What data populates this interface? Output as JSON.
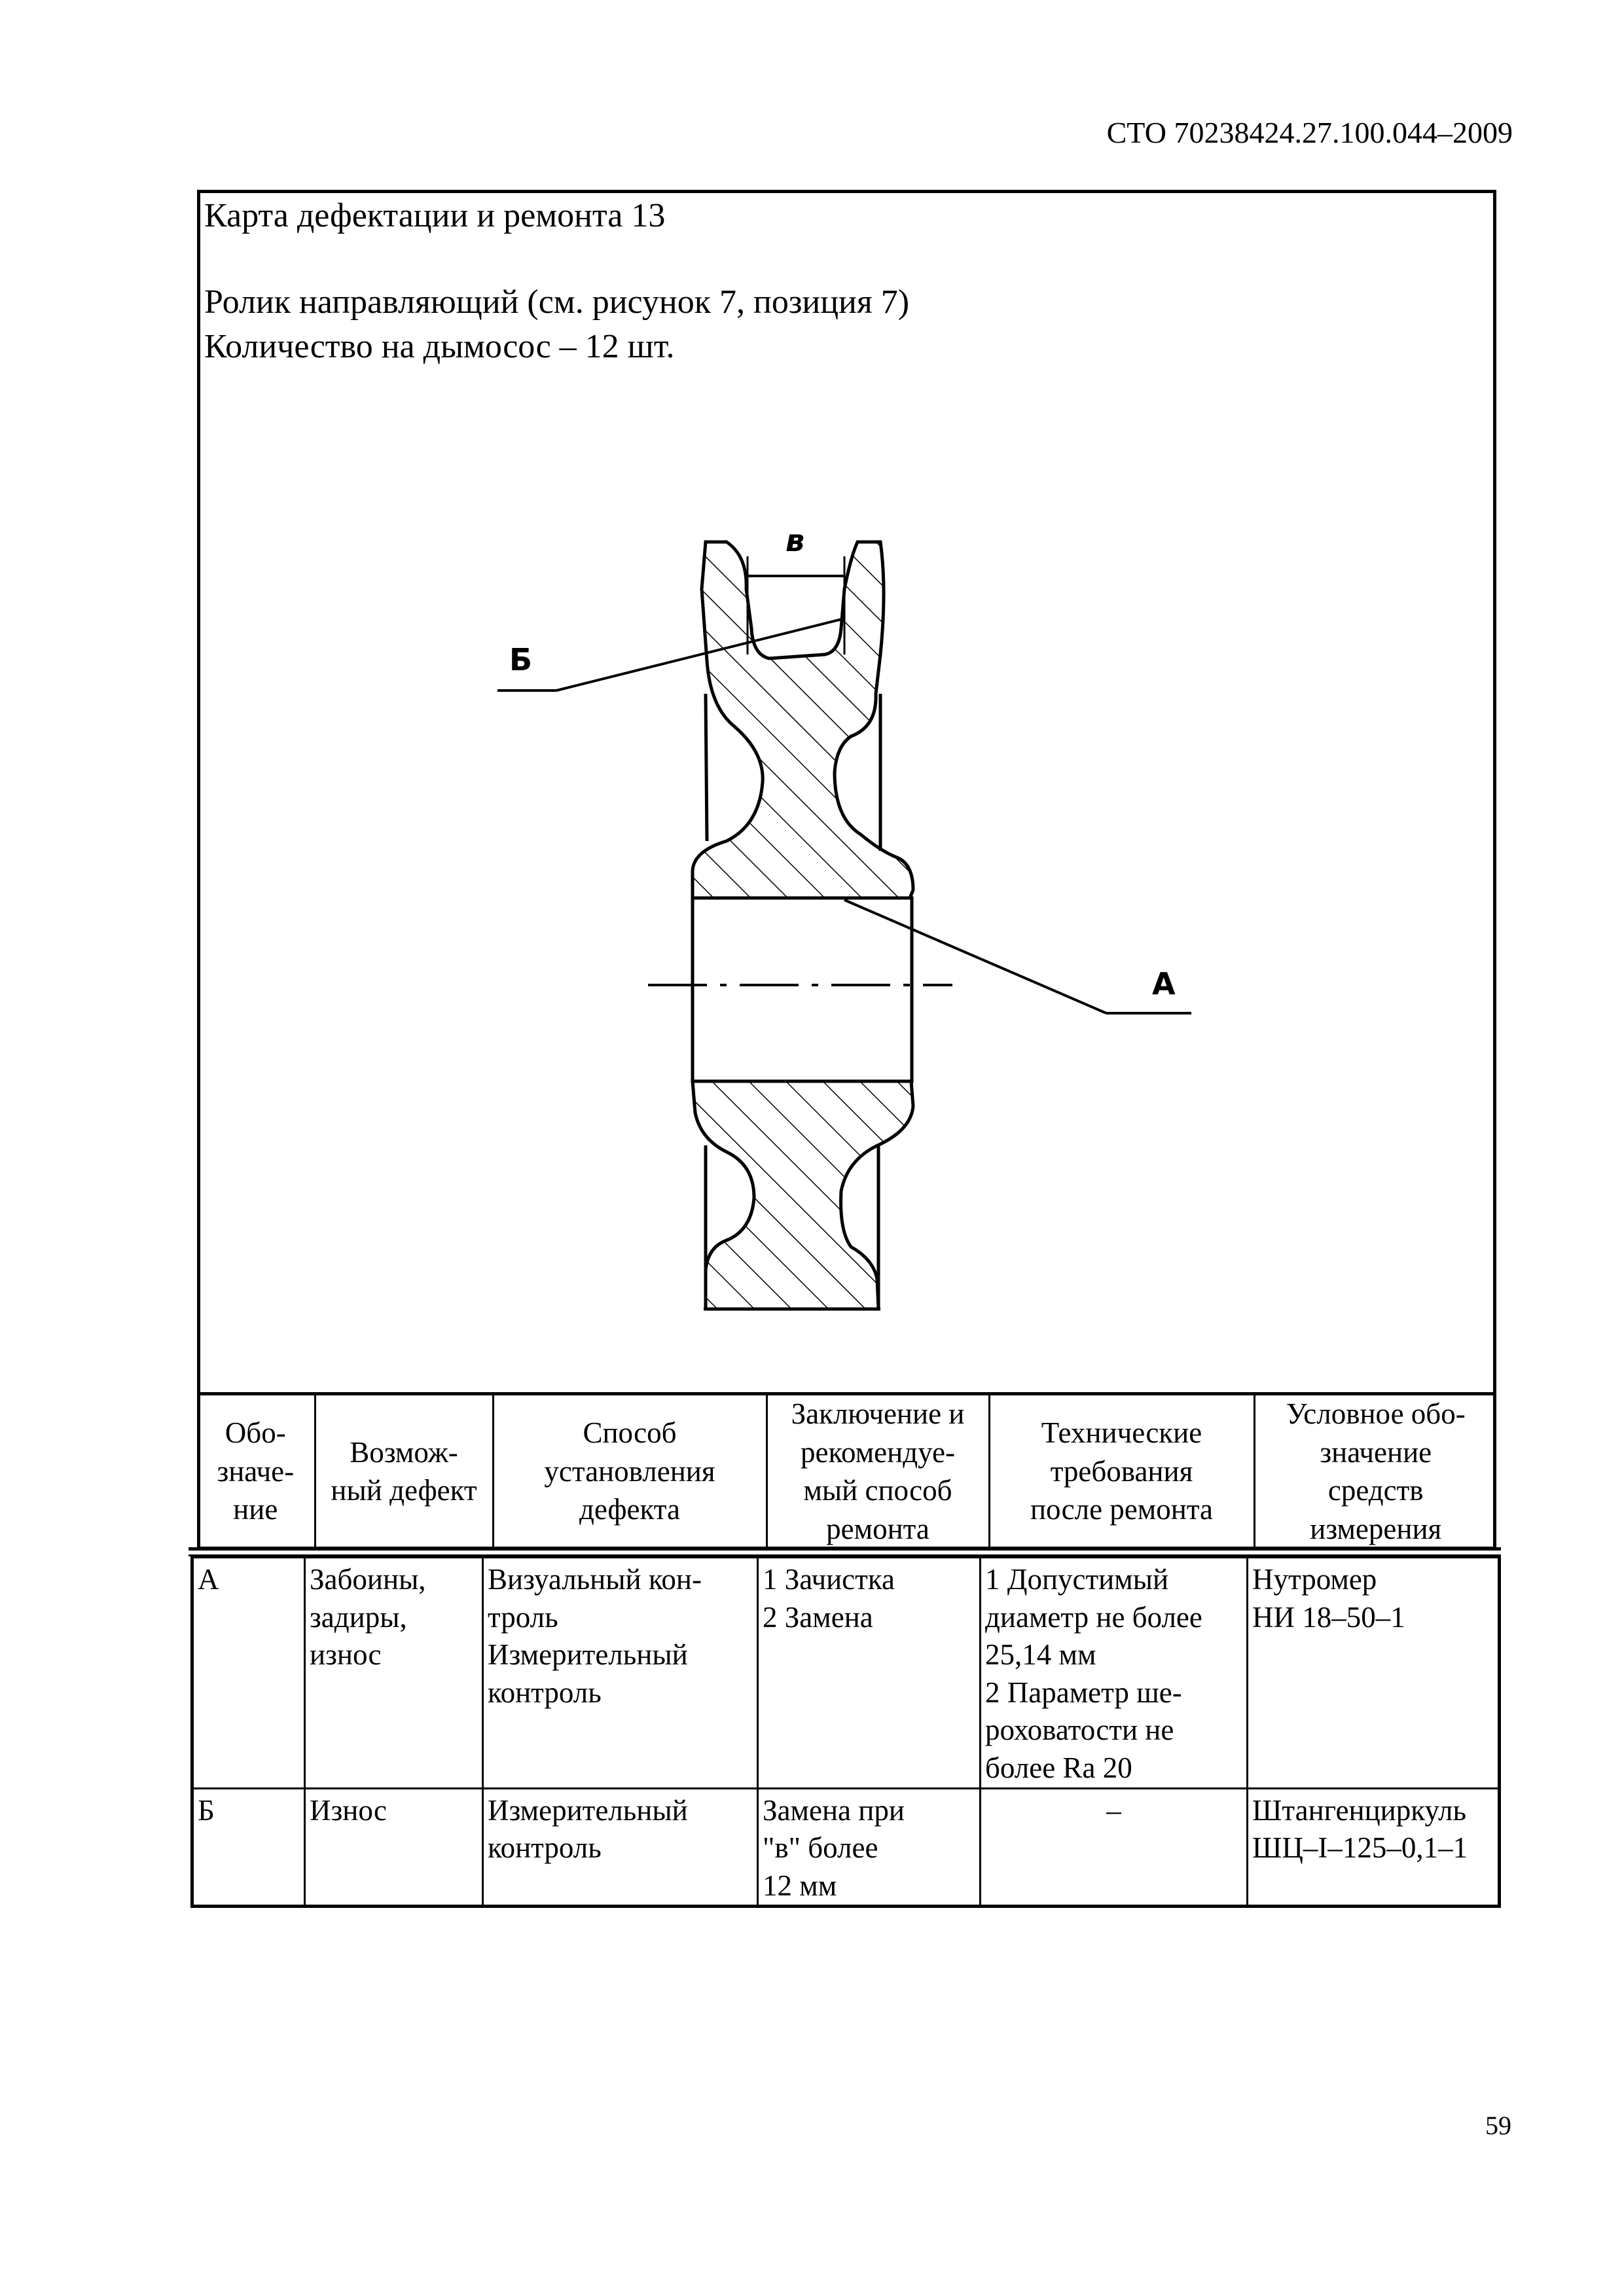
{
  "document": {
    "code": "СТО 70238424.27.100.044–2009",
    "page_number": "59"
  },
  "card": {
    "title": "Карта дефектации и ремонта 13",
    "part_name": "Ролик направляющий (см. рисунок 7, позиция 7)",
    "quantity": "Количество на дымосос – 12 шт."
  },
  "drawing": {
    "label_b": "Б",
    "label_a": "А",
    "label_dim": "в"
  },
  "table": {
    "headers": [
      "Обо-\nзначе-\nние",
      "Возмож-\nный дефект",
      "Способ\nустановления\nдефекта",
      "Заключение и\nрекомендуе-\nмый способ\nремонта",
      "Технические\nтребования\nпосле ремонта",
      "Условное обо-\nзначение\nсредств\nизмерения"
    ],
    "rows": [
      {
        "designation": "А",
        "defect": "Забоины,\nзадиры,\nизнос",
        "method": "Визуальный кон-\nтроль\nИзмерительный\nконтроль",
        "conclusion": "1 Зачистка\n2 Замена",
        "requirements": "1 Допустимый\nдиаметр не более\n25,14 мм\n2  Параметр ше-\nроховатости не\nболее Ra 20",
        "instrument": "Нутромер\nНИ 18–50–1"
      },
      {
        "designation": "Б",
        "defect": "Износ",
        "method": "Измерительный\nконтроль",
        "conclusion": "Замена  при\n\"в\" более\n12 мм",
        "requirements": "–",
        "instrument": "Штангенциркуль\nШЦ–I–125–0,1–1"
      }
    ]
  }
}
